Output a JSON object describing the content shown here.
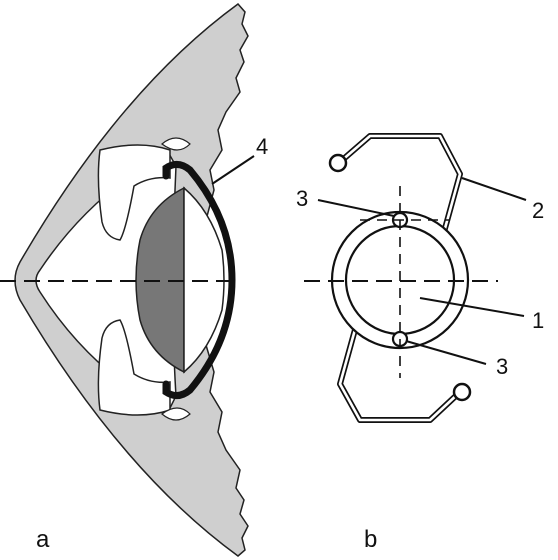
{
  "panels": {
    "a": {
      "label": "a"
    },
    "b": {
      "label": "b"
    }
  },
  "callouts": {
    "a_4": "4",
    "b_3_top": "3",
    "b_2": "2",
    "b_1": "1",
    "b_3_bottom": "3"
  },
  "colors": {
    "tissue": "#cfcfcf",
    "lens_core": "#777777",
    "line": "#111111",
    "background": "#ffffff"
  }
}
